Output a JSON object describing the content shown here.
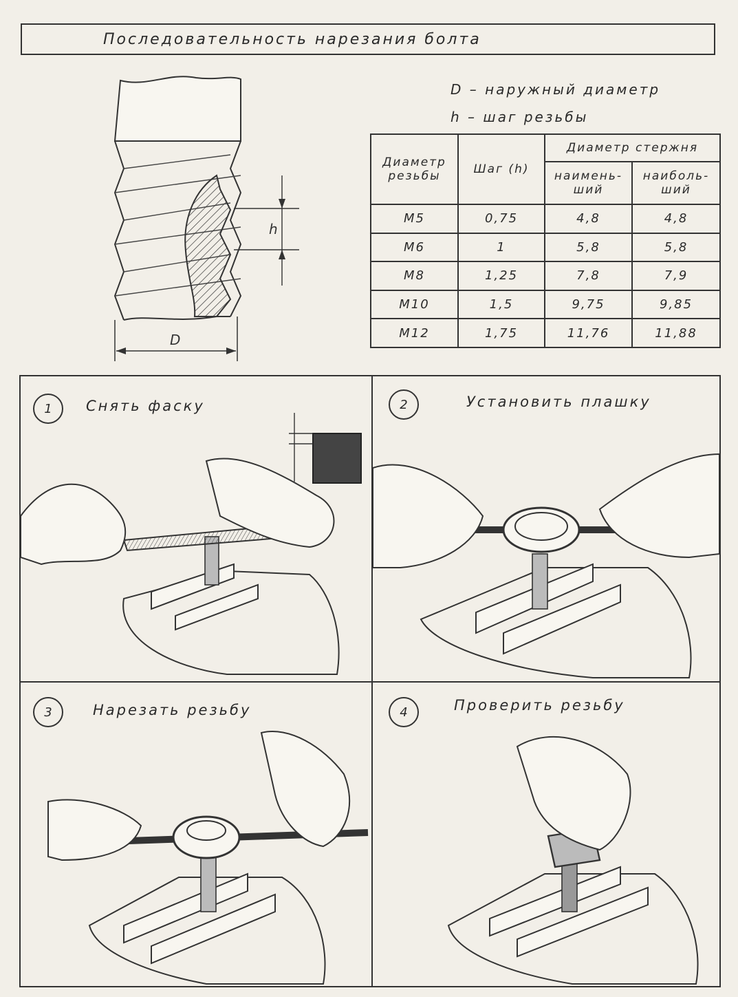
{
  "title": "Последовательность нарезания болта",
  "legend": {
    "d_line": "D – наружный диаметр",
    "h_line": "h – шаг резьбы"
  },
  "diagram": {
    "dim_d": "D",
    "dim_h": "h"
  },
  "table": {
    "col_diameter": "Диаметр резьбы",
    "col_pitch": "Шаг (h)",
    "col_rod": "Диаметр стержня",
    "col_min": "наимень-ший",
    "col_max": "наиболь-ший",
    "rows": [
      {
        "size": "М5",
        "pitch": "0,75",
        "min": "4,8",
        "max": "4,8"
      },
      {
        "size": "М6",
        "pitch": "1",
        "min": "5,8",
        "max": "5,8"
      },
      {
        "size": "М8",
        "pitch": "1,25",
        "min": "7,8",
        "max": "7,9"
      },
      {
        "size": "М10",
        "pitch": "1,5",
        "min": "9,75",
        "max": "9,85"
      },
      {
        "size": "М12",
        "pitch": "1,75",
        "min": "11,76",
        "max": "11,88"
      }
    ]
  },
  "steps": [
    {
      "num": "1",
      "label": "Снять фаску"
    },
    {
      "num": "2",
      "label": "Установить плашку"
    },
    {
      "num": "3",
      "label": "Нарезать резьбу"
    },
    {
      "num": "4",
      "label": "Проверить резьбу"
    }
  ]
}
